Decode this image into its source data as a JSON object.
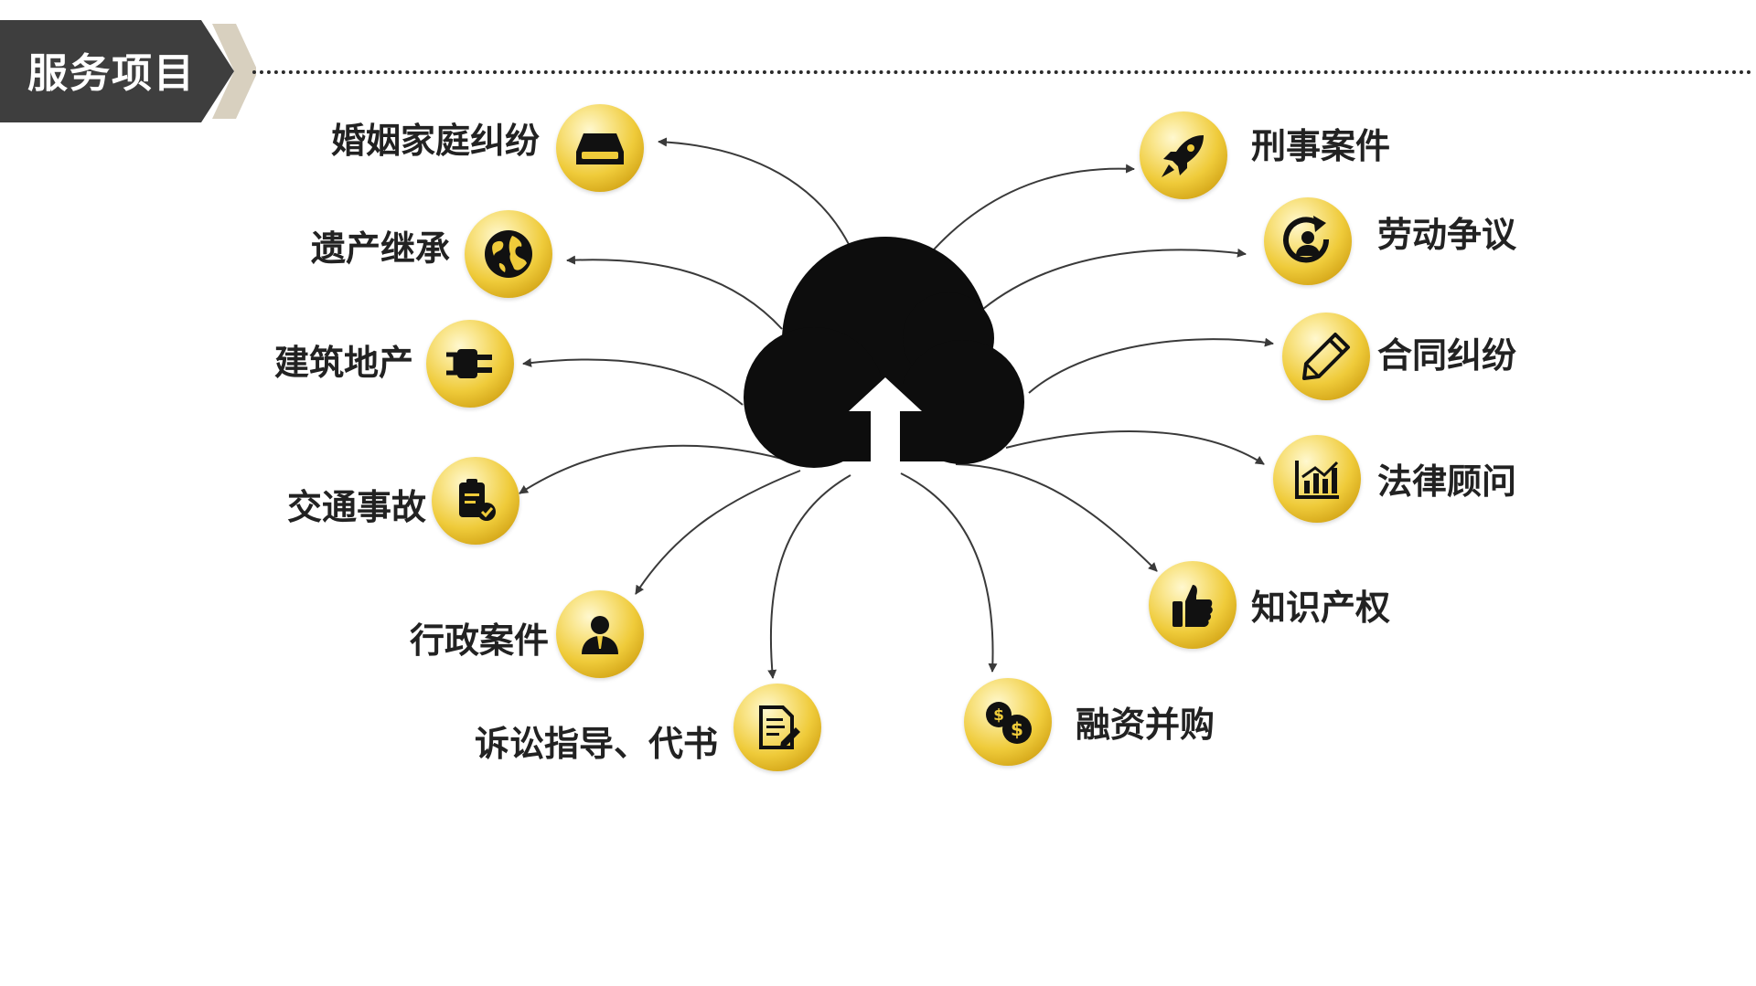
{
  "header": {
    "title": "服务项目"
  },
  "colors": {
    "banner": "#3e3e3e",
    "badge_gold": "#efcb3a",
    "line": "#3a3a3a",
    "text": "#222222"
  },
  "items": [
    {
      "label": "婚姻家庭纠纷",
      "icon": "hard-drive-icon"
    },
    {
      "label": "遗产继承",
      "icon": "globe-icon"
    },
    {
      "label": "建筑地产",
      "icon": "plug-icon"
    },
    {
      "label": "交通事故",
      "icon": "clipboard-check-icon"
    },
    {
      "label": "行政案件",
      "icon": "user-icon"
    },
    {
      "label": "诉讼指导、代书",
      "icon": "document-edit-icon"
    },
    {
      "label": "融资并购",
      "icon": "dollar-coins-icon"
    },
    {
      "label": "知识产权",
      "icon": "thumbs-up-icon"
    },
    {
      "label": "法律顾问",
      "icon": "bar-chart-icon"
    },
    {
      "label": "合同纠纷",
      "icon": "pencil-icon"
    },
    {
      "label": "劳动争议",
      "icon": "user-refresh-icon"
    },
    {
      "label": "刑事案件",
      "icon": "rocket-icon"
    }
  ],
  "center": {
    "icon": "cloud-upload-icon"
  }
}
